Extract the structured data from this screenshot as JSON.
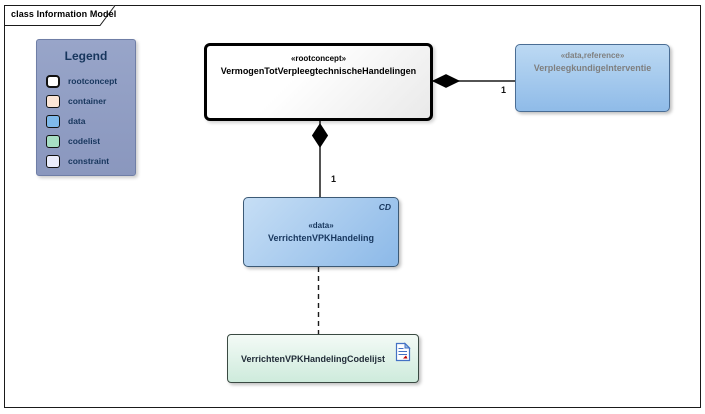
{
  "frame": {
    "tab_title": "class Information Model"
  },
  "legend": {
    "title": "Legend",
    "items": [
      {
        "label": "rootconcept",
        "color": "#FFFFFF"
      },
      {
        "label": "container",
        "color": "#FBE5D6"
      },
      {
        "label": "data",
        "color": "#7FB9EA"
      },
      {
        "label": "codelist",
        "color": "#A7DEC3"
      },
      {
        "label": "constraint",
        "color": "#EAECFB"
      }
    ]
  },
  "nodes": {
    "rootconcept": {
      "stereotype": "«rootconcept»",
      "name": "VermogenTotVerpleegtechnischeHandelingen"
    },
    "reference": {
      "stereotype": "«data,reference»",
      "name": "VerpleegkundigeInterventie"
    },
    "data": {
      "stereotype": "«data»",
      "name": "VerrichtenVPKHandeling",
      "badge": "CD"
    },
    "codelist": {
      "name": "VerrichtenVPKHandelingCodelijst"
    }
  },
  "connectors": {
    "rootconcept_to_reference": {
      "type": "composition",
      "target_multiplicity": "1"
    },
    "rootconcept_to_data": {
      "type": "composition",
      "target_multiplicity": "1"
    },
    "data_to_codelist": {
      "type": "dependency"
    }
  }
}
